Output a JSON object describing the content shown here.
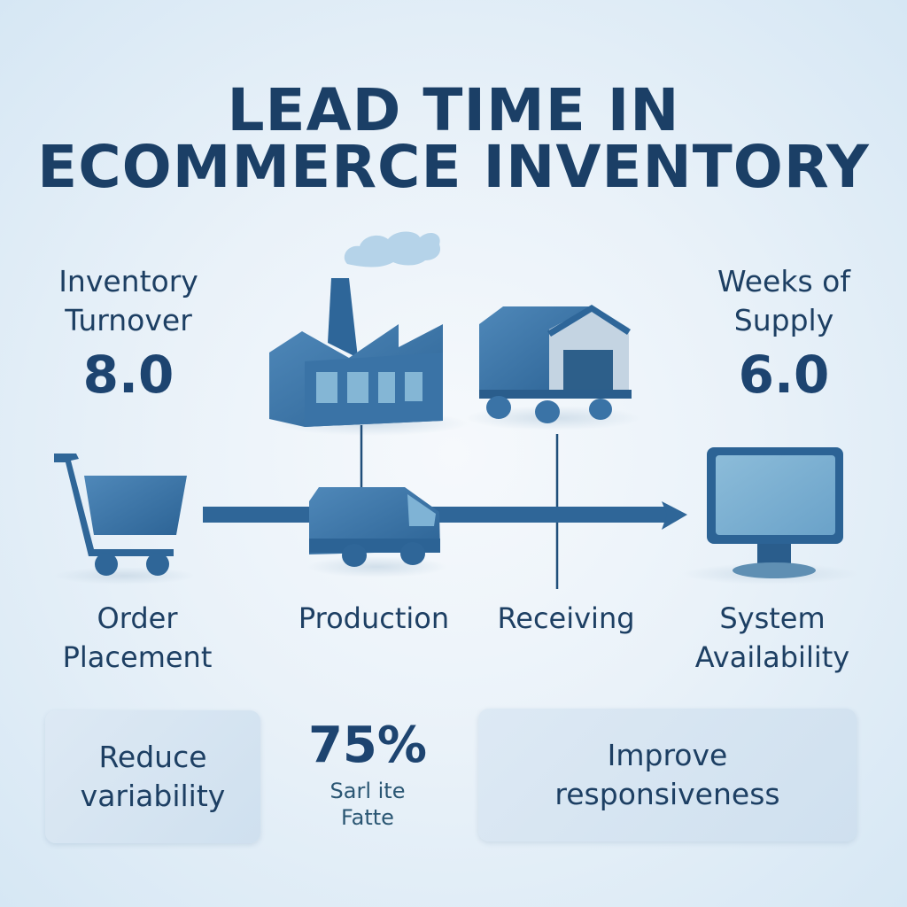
{
  "title": {
    "line1": "LEAD TIME IN",
    "line2": "ECOMMERCE INVENTORY"
  },
  "metrics": {
    "left": {
      "label_line1": "Inventory",
      "label_line2": "Turnover",
      "value": "8.0"
    },
    "right": {
      "label_line1": "Weeks of",
      "label_line2": "Supply",
      "value": "6.0"
    }
  },
  "stages": [
    {
      "icon": "shopping-cart-icon",
      "label_line1": "Order",
      "label_line2": "Placement"
    },
    {
      "icon": "factory-icon",
      "label_line1": "Production",
      "label_line2": ""
    },
    {
      "icon": "warehouse-truck-icon",
      "label_line1": "Receiving",
      "label_line2": ""
    },
    {
      "icon": "monitor-icon",
      "label_line1": "System",
      "label_line2": "Availability"
    }
  ],
  "bottom": {
    "left_box": {
      "line1": "Reduce",
      "line2": "variability"
    },
    "center": {
      "value": "75%",
      "sub_line1": "Sarl ite",
      "sub_line2": "Fatte"
    },
    "right_box": {
      "line1": "Improve",
      "line2": "responsiveness"
    }
  },
  "colors": {
    "primary": "#2f6a9e",
    "dark": "#1d4470",
    "light": "#7fb3d5",
    "background": "#eaf2f9"
  }
}
